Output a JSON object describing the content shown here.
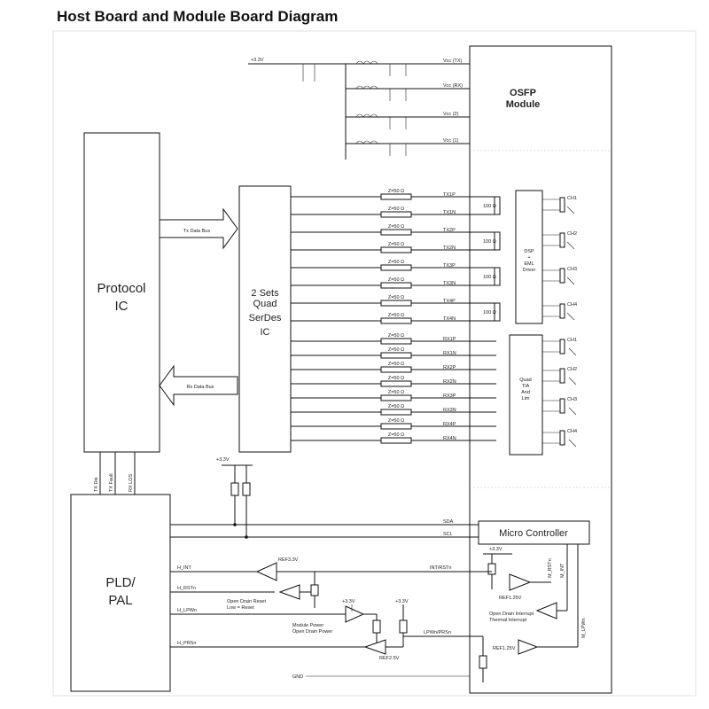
{
  "title": "Host Board and Module Board Diagram",
  "blocks": {
    "osfp_line1": "OSFP",
    "osfp_line2": "Module",
    "protocol_line1": "Protocol",
    "protocol_line2": "IC",
    "serdes_line1": "2 Sets",
    "serdes_line2": "Quad",
    "serdes_line3": "SerDes",
    "serdes_line4": "IC",
    "pld_line1": "PLD/",
    "pld_line2": "PAL",
    "micro": "Micro Controller"
  },
  "buses": {
    "tx": "Tx Data Bus",
    "rx": "Rx Data Bus"
  },
  "module_blocks": {
    "dsp": [
      "DSP",
      "+",
      "EML",
      "Driver"
    ],
    "tia": [
      "Quad",
      "TIA",
      "And",
      "Lim"
    ]
  },
  "power": {
    "supply": "+3.3V",
    "vcc_rails": [
      "Vcc (TX)",
      "Vcc (RX)",
      "Vcc (2)",
      "Vcc (1)"
    ]
  },
  "lanes": {
    "impedance": "Z=50 Ω",
    "termination": "100 Ω",
    "tx": [
      "TX1P",
      "TX1N",
      "TX2P",
      "TX2N",
      "TX3P",
      "TX3N",
      "TX4P",
      "TX4N"
    ],
    "rx": [
      "RX1P",
      "RX1N",
      "RX2P",
      "RX2N",
      "RX3P",
      "RX3N",
      "RX4P",
      "RX4N"
    ],
    "channels": [
      "CH1",
      "CH2",
      "CH3",
      "CH4"
    ]
  },
  "control": {
    "vertical": [
      "TX Dis",
      "TX Fault",
      "RX LOS"
    ],
    "sda": "SDA",
    "scl": "SCL",
    "int": "H_INT",
    "rst": "H_RSTn",
    "lpwr": "H_LPWn",
    "presence": "H_PRSn",
    "ref1": "REF3.3V",
    "ref2": "REF2.5V",
    "ref3": "REF1.25V",
    "int_rst_pin": "INT/RSTn",
    "lpwr_prs_pin": "LPWn/PRSn",
    "mrstn": "M_RSTn",
    "mint": "M_INT",
    "mlpwr": "M_LPWn",
    "reset_label": [
      "Open Drain Reset",
      "Low = Reset"
    ],
    "power_label": [
      "Module Power",
      "Open Drain Power"
    ],
    "interrupt_label": [
      "Open Drain Interrupt",
      "Thermal Interrupt"
    ],
    "gnd": "GND"
  }
}
